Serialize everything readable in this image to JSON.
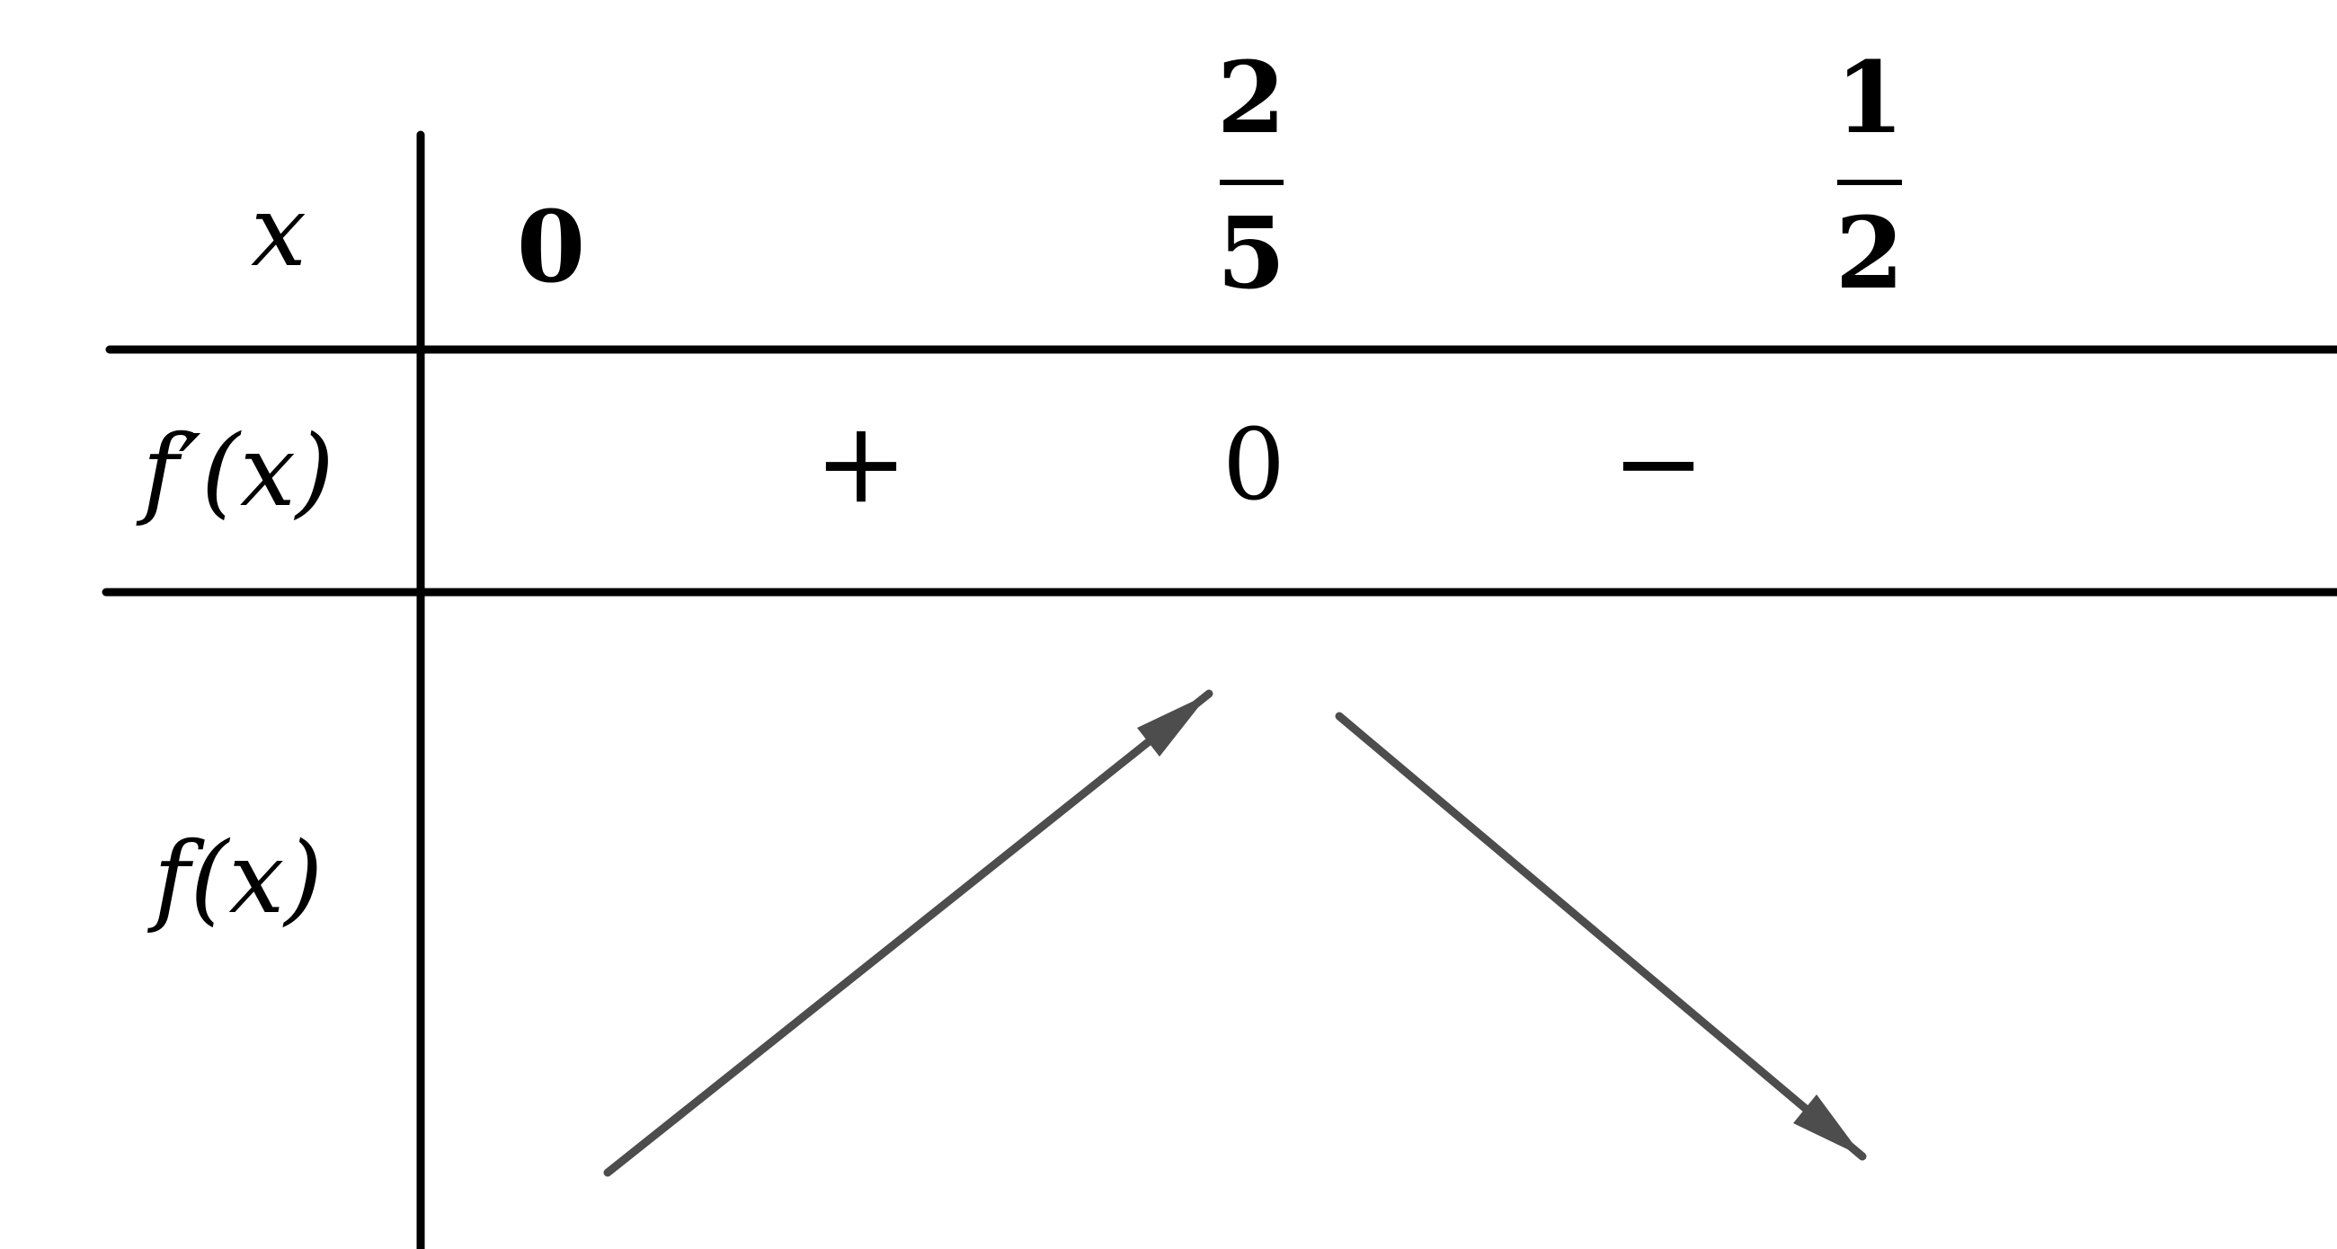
{
  "table": {
    "row_labels": {
      "x": "x",
      "derivative": "f′(x)",
      "function": "f(x)"
    },
    "x_values": {
      "start": "0",
      "critical": {
        "numerator": "2",
        "denominator": "5"
      },
      "end": {
        "numerator": "1",
        "denominator": "2"
      }
    },
    "derivative_row": {
      "sign_left": "+",
      "zero": "0",
      "sign_right": "−"
    },
    "function_row": {
      "variation_left": "increasing",
      "variation_right": "decreasing"
    }
  },
  "colors": {
    "line": "#000000",
    "arrow": "#4d4d4d",
    "background": "#ffffff"
  }
}
